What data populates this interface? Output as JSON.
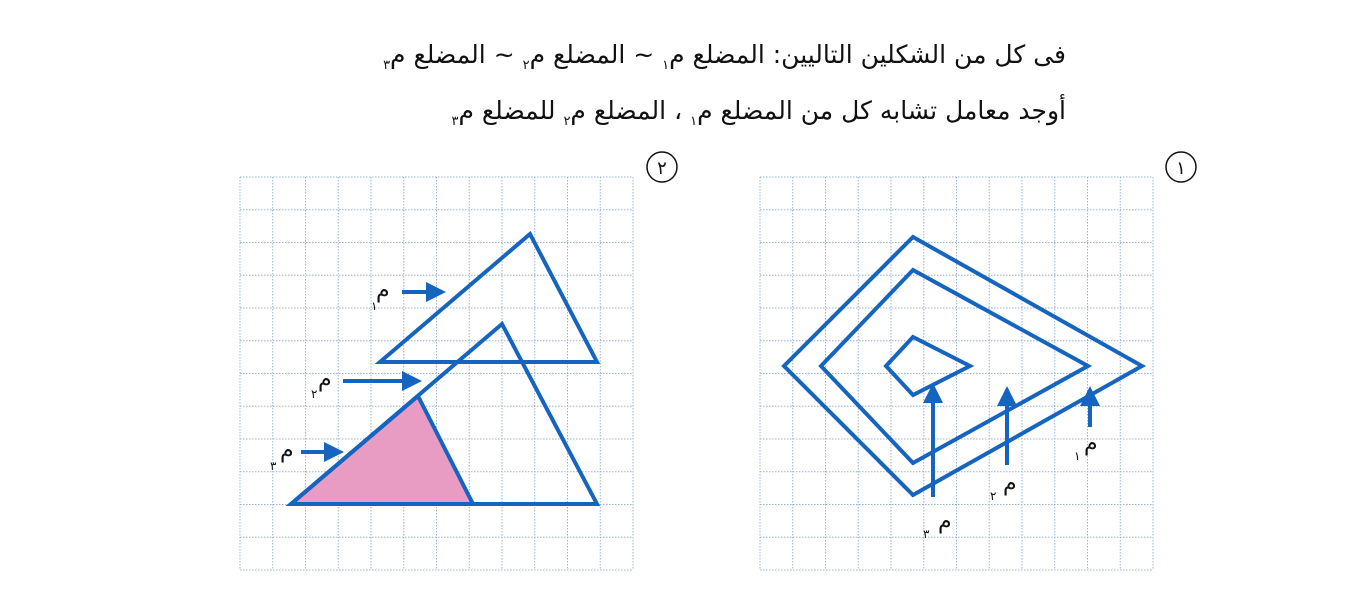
{
  "instructions": {
    "line1": {
      "intro": "فى كل من الشكلين التاليين: ",
      "p1": "المضلع م",
      "s1": "١",
      "sep1": " ~ ",
      "p2": "المضلع م",
      "s2": "٢",
      "sep2": " ~ ",
      "p3": "المضلع م",
      "s3": "٣"
    },
    "line2": {
      "p1": "أوجد معامل تشابه كل من المضلع م",
      "s1": "١",
      "sep": " ، ",
      "p2": "المضلع م",
      "s2": "٢",
      "p3": " للمضلع م",
      "s3": "٣"
    }
  },
  "figures": {
    "right_number": "١",
    "left_number": "٢",
    "polygon_letter": "م",
    "subscripts": [
      "١",
      "٢",
      "٣"
    ]
  },
  "colors": {
    "shape": "#1565c0",
    "grid": "#9ab4d6",
    "fill": "#e89cc4",
    "text": "#111111"
  }
}
